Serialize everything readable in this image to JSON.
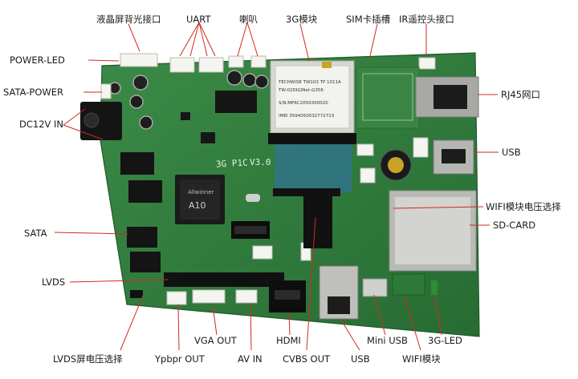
{
  "labels": {
    "lcd_backlight": "液晶屏背光接口",
    "uart": "UART",
    "speaker": "喇叭",
    "module_3g": "3G模块",
    "sim_slot": "SIM卡插槽",
    "ir_port": "IR遥控头接口",
    "power_led": "POWER-LED",
    "sata_power": "SATA-POWER",
    "rj45": "RJ45网口",
    "dc12v": "DC12V IN",
    "usb_right": "USB",
    "wifi_voltage": "WIFI模块电压选择",
    "sata": "SATA",
    "sdcard": "SD-CARD",
    "lvds": "LVDS",
    "vga_out": "VGA OUT",
    "hdmi": "HDMI",
    "mini_usb": "Mini USB",
    "led_3g": "3G-LED",
    "lvds_voltage": "LVDS屏电压选择",
    "ypbpr_out": "Ypbpr OUT",
    "av_in": "AV IN",
    "cvbs_out": "CVBS OUT",
    "usb_bottom": "USB",
    "wifi_module": "WIFI模块"
  },
  "module_label": [
    "TECHWISE TW103 TP 1011A",
    "TW-02DIGINet-G356",
    "S/N:MP6C2050300020",
    "IMEI 3594050532772713"
  ],
  "board": {
    "silk_top": "3G P1C",
    "silk_rev": "V3.0",
    "cpu_brand": "Allwinner",
    "cpu_name": "A10"
  },
  "colors": {
    "pcb": "#2f7a3c",
    "callout_line": "#d3291f",
    "label_text": "#1a1a1a"
  }
}
